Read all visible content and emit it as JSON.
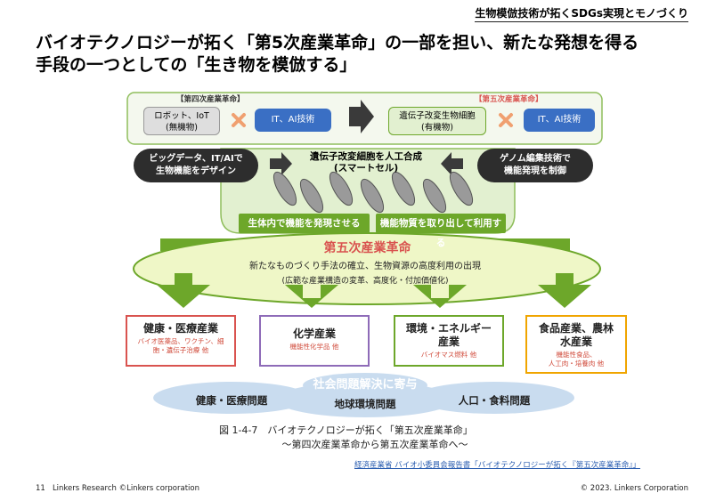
{
  "header": {
    "tag": "生物模倣技術が拓くSDGs実現とモノづくり"
  },
  "title": {
    "line1": "バイオテクノロジーが拓く「第5次産業革命」の一部を担い、新たな発想を得る",
    "line2": "手段の一つとしての「生き物を模倣する」"
  },
  "diagram": {
    "fourth_label": "【第四次産業革命】",
    "fifth_label": "【第五次産業革命】",
    "robot": "ロボット、IoT",
    "robot_sub": "(無機物)",
    "it_ai_left": "IT、AI技術",
    "cell": "遺伝子改変生物細胞",
    "cell_sub": "(有機物)",
    "it_ai_right": "IT、AI技術",
    "bigdata_line1": "ビッグデータ、IT/AIで",
    "bigdata_line2": "生物機能をデザイン",
    "genome_line1": "ゲノム編集技術で",
    "genome_line2": "機能発現を制御",
    "smartcell_line1": "遺伝子改変細胞を人工合成",
    "smartcell_line2": "(スマートセル)",
    "express_in_body": "生体内で機能を発現させる",
    "extract": "機能物質を取り出して利用する",
    "fifth_title": "第五次産業革命",
    "fifth_desc1": "新たなものづくり手法の確立、生物資源の高度利用の出現",
    "fifth_desc2": "(広範な産業構造の変革、高度化・付加価値化)",
    "industries": [
      {
        "title": "健康・医療産業",
        "sub1": "バイオ医薬品、ワクチン、細",
        "sub2": "胞・遺伝子治療 他",
        "color": "#d9534f"
      },
      {
        "title": "化学産業",
        "sub1": "機能性化学品 他",
        "sub2": "",
        "color": "#8e6bb8"
      },
      {
        "title": "環境・エネルギー",
        "title2": "産業",
        "sub1": "バイオマス燃料 他",
        "sub2": "",
        "color": "#6da72a"
      },
      {
        "title": "食品産業、農林",
        "title2": "水産業",
        "sub1": "機能性食品、",
        "sub2": "人工肉・培養肉 他",
        "color": "#f0a500"
      }
    ],
    "social_label": "社会問題解決に寄与",
    "issues": [
      "健康・医療問題",
      "地球環境問題",
      "人口・食料問題"
    ],
    "caption1": "図 1-4-7　バイオテクノロジーが拓く「第五次産業革命」",
    "caption2": "～第四次産業革命から第五次産業革命へ～"
  },
  "source": "経済産業省 バイオ小委員会報告書「バイオテクノロジーが拓く『第五次産業革命』」",
  "footer": {
    "page": "11",
    "left": "Linkers Research ©Linkers corporation",
    "right": "© 2023. Linkers Corporation"
  },
  "colors": {
    "green": "#6da72a",
    "blue": "#3a6fc4",
    "red": "#d9534f",
    "cloud": "#c9dcef"
  }
}
